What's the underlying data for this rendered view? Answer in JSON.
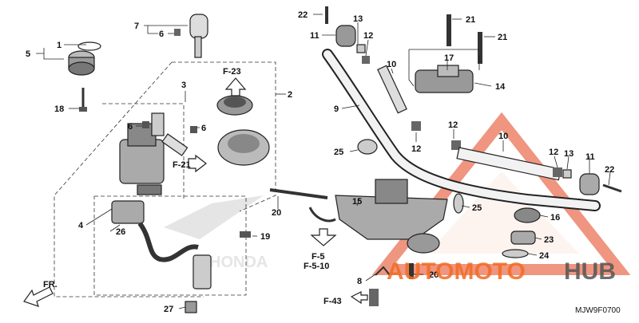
{
  "diagram": {
    "code": "MJW9F0700",
    "fr_label": "FR.",
    "refs": {
      "f23": "F-23",
      "f21": "F-21",
      "f5": "F-5",
      "f510": "F-5-10",
      "f43": "F-43"
    },
    "callouts": {
      "c1": "1",
      "c2": "2",
      "c3": "3",
      "c4": "4",
      "c5": "5",
      "c6a": "6",
      "c6b": "6",
      "c6c": "6",
      "c7": "7",
      "c8": "8",
      "c9": "9",
      "c10a": "10",
      "c10b": "10",
      "c11a": "11",
      "c11b": "11",
      "c12a": "12",
      "c12b": "12",
      "c12c": "12",
      "c12d": "12",
      "c13a": "13",
      "c13b": "13",
      "c14": "14",
      "c15": "15",
      "c16": "16",
      "c17": "17",
      "c18": "18",
      "c19": "19",
      "c20a": "20",
      "c20b": "20",
      "c21a": "21",
      "c21b": "21",
      "c22a": "22",
      "c22b": "22",
      "c23": "23",
      "c24": "24",
      "c25a": "25",
      "c25b": "25",
      "c26": "26",
      "c27": "27"
    },
    "watermark": {
      "brand_auto": "AUTOMOTO",
      "brand_hub": "HUB",
      "logo_text": "HONDA",
      "colors": {
        "orange": "#f26b21",
        "gray": "#555555"
      }
    }
  }
}
